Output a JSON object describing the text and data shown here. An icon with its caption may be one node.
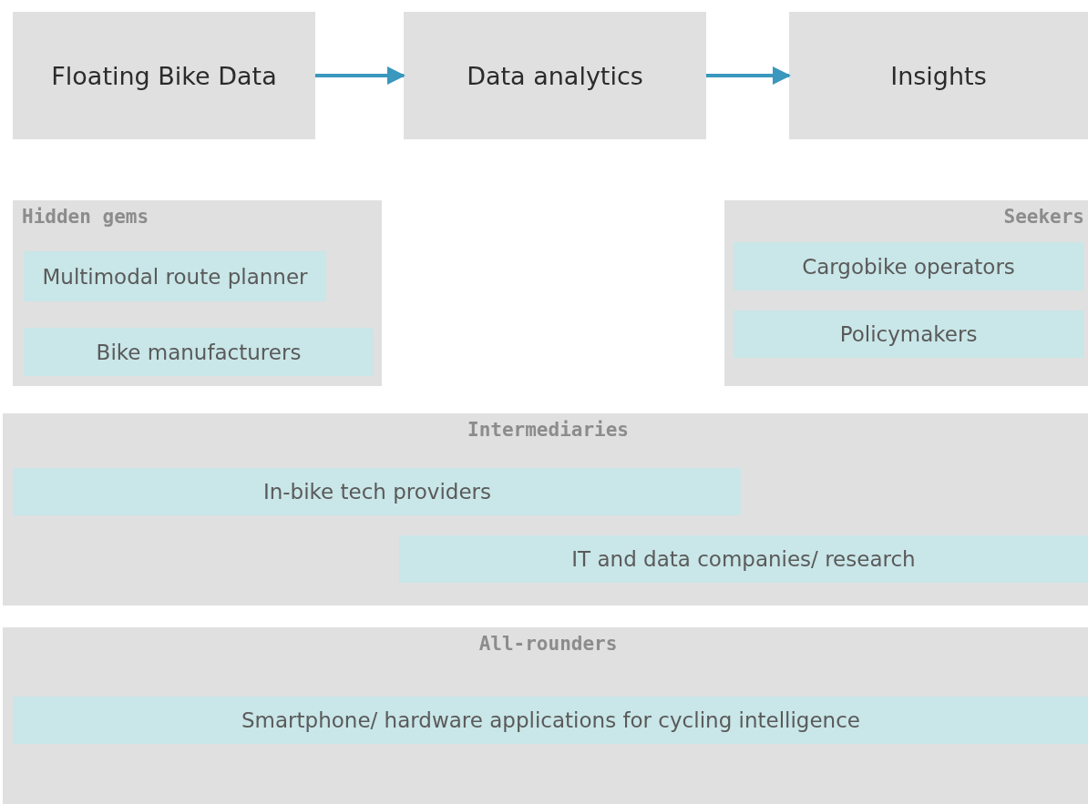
{
  "diagram": {
    "nodes": [
      {
        "text": [
          "Floating Bike Data"
        ]
      },
      {
        "text": [
          "Data analytics"
        ]
      },
      {
        "text": [
          "Insights"
        ]
      },
      {
        "text": [
          "Hidden gems"
        ]
      },
      {
        "text": [
          "Multimodal route planner"
        ],
        "in": 3
      },
      {
        "text": [
          "Bike manufacturers"
        ],
        "in": 3
      },
      {
        "text": [
          "Seekers"
        ]
      },
      {
        "text": [
          "Cargobike operators"
        ],
        "in": 6
      },
      {
        "text": [
          "Policymakers"
        ],
        "in": 6
      },
      {
        "text": [
          "Intermediaries"
        ]
      },
      {
        "text": [
          "In-bike tech providers"
        ],
        "in": 9
      },
      {
        "text": [
          "IT and data companies/ research"
        ],
        "in": 9
      },
      {
        "text": [
          "All-rounders"
        ]
      },
      {
        "text": [
          "Smartphone/ hardware applications for cycling intelligence"
        ],
        "in": 12
      }
    ],
    "edges": [
      {
        "from": 0,
        "to": 1,
        "arrow": "to"
      },
      {
        "from": 1,
        "to": 2,
        "arrow": "to"
      }
    ]
  }
}
